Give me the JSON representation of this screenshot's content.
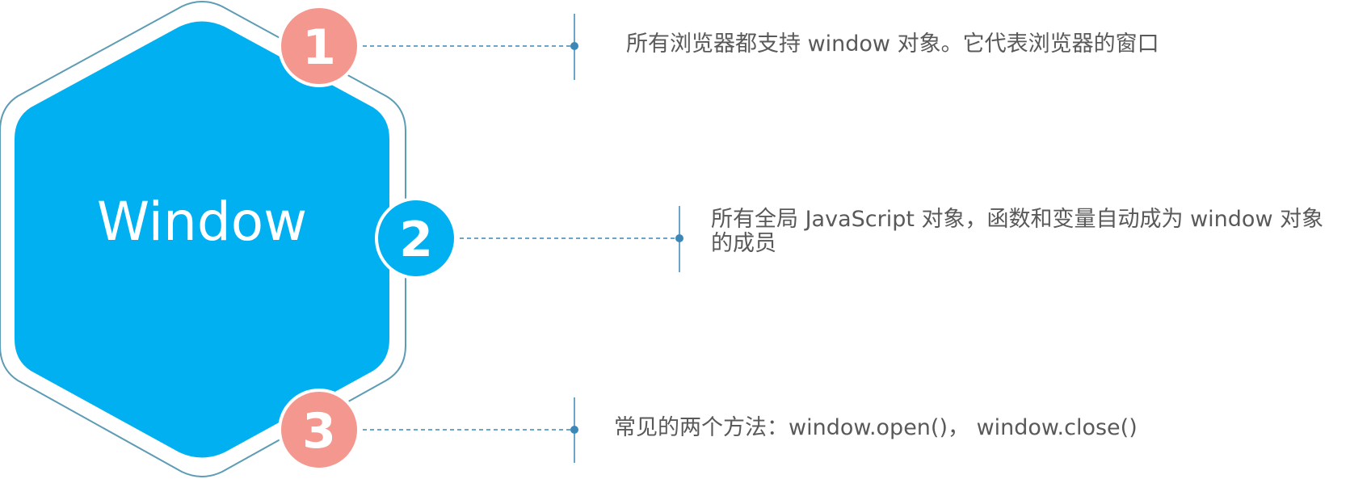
{
  "center": {
    "title": "Window",
    "fill": "#00b0f0",
    "outline": "#5d9cb5"
  },
  "badges": [
    {
      "number": "1",
      "color": "#f4978e"
    },
    {
      "number": "2",
      "color": "#00b0f0"
    },
    {
      "number": "3",
      "color": "#f4978e"
    }
  ],
  "notes": [
    {
      "text": "所有浏览器都支持 window 对象。它代表浏览器的窗口"
    },
    {
      "text": "所有全局 JavaScript 对象，函数和变量自动成为 window 对象的成员"
    },
    {
      "text": "常见的两个方法：window.open()， window.close()"
    }
  ],
  "connector_color": "#3b87b8",
  "text_color": "#595959"
}
